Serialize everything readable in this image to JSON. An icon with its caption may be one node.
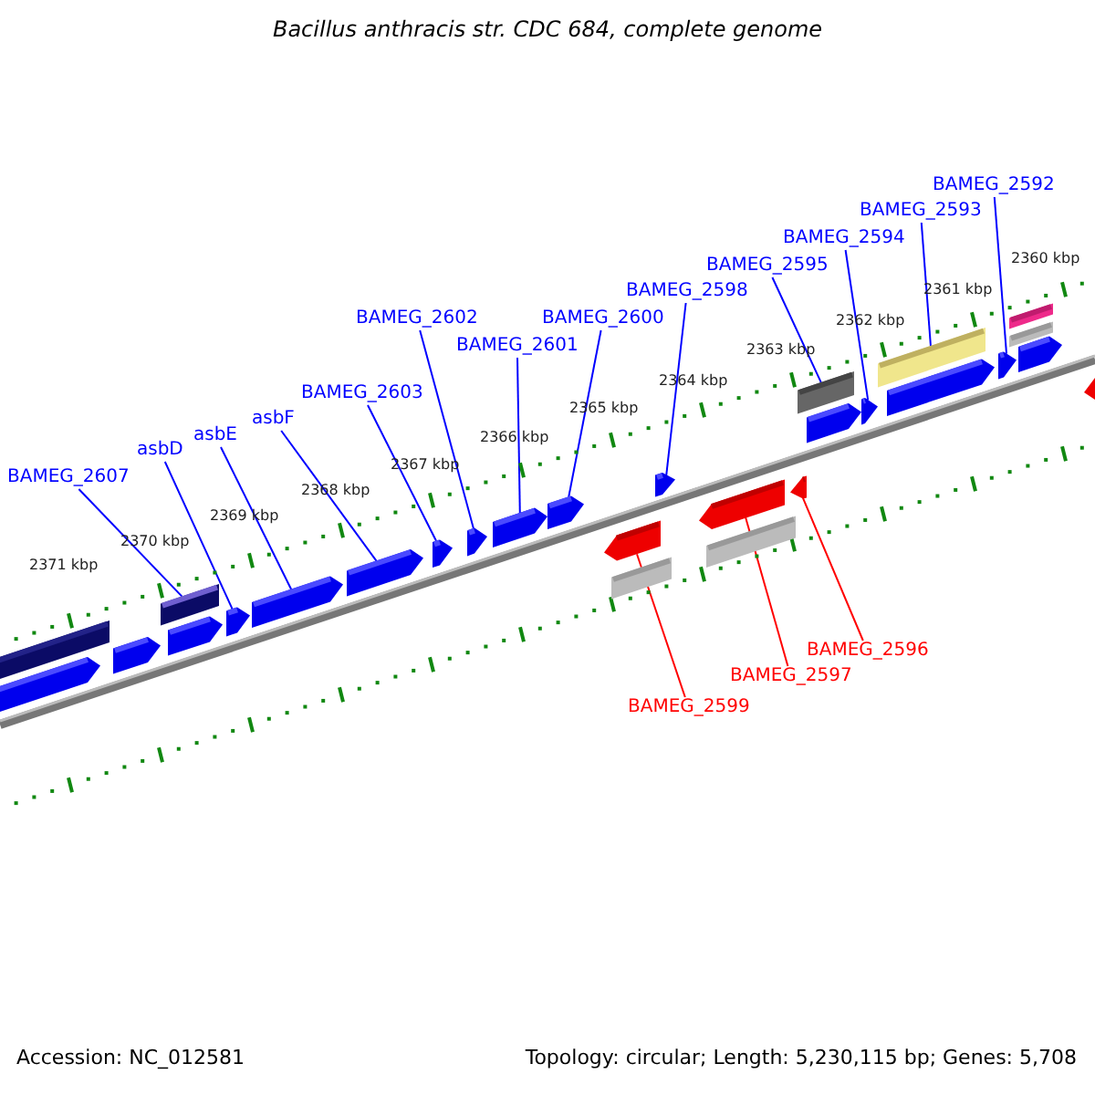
{
  "diagram": {
    "title": "Bacillus anthracis str. CDC 684, complete genome",
    "nodes": [
      {
        "text": [
          "BAMEG_2607"
        ]
      },
      {
        "text": [
          "asbD"
        ]
      },
      {
        "text": [
          "asbE"
        ]
      },
      {
        "text": [
          "asbF"
        ]
      },
      {
        "text": [
          "BAMEG_2603"
        ]
      },
      {
        "text": [
          "BAMEG_2602"
        ]
      },
      {
        "text": [
          "BAMEG_2601"
        ]
      },
      {
        "text": [
          "BAMEG_2600"
        ]
      },
      {
        "text": [
          "BAMEG_2598"
        ]
      },
      {
        "text": [
          "BAMEG_2595"
        ]
      },
      {
        "text": [
          "BAMEG_2594"
        ]
      },
      {
        "text": [
          "BAMEG_2593"
        ]
      },
      {
        "text": [
          "BAMEG_2592"
        ]
      },
      {
        "text": [
          "BAMEG_2599"
        ]
      },
      {
        "text": [
          "BAMEG_2597"
        ]
      },
      {
        "text": [
          "BAMEG_2596"
        ]
      },
      {
        "text": [],
        "shape": "bar"
      },
      {
        "text": [],
        "shape": "pentagon"
      },
      {
        "text": [],
        "shape": "pentagon"
      },
      {
        "text": [],
        "shape": "bar"
      },
      {
        "text": [],
        "shape": "pentagon"
      },
      {
        "text": [],
        "shape": "pentagon"
      },
      {
        "text": [],
        "shape": "pentagon"
      },
      {
        "text": [],
        "shape": "pentagon"
      },
      {
        "text": [],
        "shape": "pentagon"
      },
      {
        "text": [],
        "shape": "pentagon"
      },
      {
        "text": [],
        "shape": "pentagon"
      },
      {
        "text": [],
        "shape": "pentagon"
      },
      {
        "text": [],
        "shape": "pentagon"
      },
      {
        "text": [],
        "shape": "bar"
      },
      {
        "text": [],
        "shape": "pentagon"
      },
      {
        "text": [],
        "shape": "pentagon"
      },
      {
        "text": [],
        "shape": "bar"
      },
      {
        "text": [],
        "shape": "pentagon"
      },
      {
        "text": [],
        "shape": "bar"
      },
      {
        "text": [],
        "shape": "pentagon"
      },
      {
        "text": [],
        "shape": "pentagon"
      },
      {
        "text": [],
        "shape": "bar"
      },
      {
        "text": [],
        "shape": "pentagon"
      },
      {
        "text": [],
        "shape": "pentagon"
      },
      {
        "text": [],
        "shape": "bar"
      },
      {
        "text": [],
        "shape": "bar"
      },
      {
        "text": [],
        "shape": "pentagon"
      },
      {
        "text": [],
        "shape": "pentagon"
      }
    ],
    "edges": [
      {
        "from": 0,
        "to": 19,
        "arrow": "none"
      },
      {
        "from": 1,
        "to": 21,
        "arrow": "none"
      },
      {
        "from": 2,
        "to": 22,
        "arrow": "none"
      },
      {
        "from": 3,
        "to": 23,
        "arrow": "none"
      },
      {
        "from": 4,
        "to": 24,
        "arrow": "none"
      },
      {
        "from": 5,
        "to": 25,
        "arrow": "none"
      },
      {
        "from": 6,
        "to": 26,
        "arrow": "none"
      },
      {
        "from": 7,
        "to": 27,
        "arrow": "none"
      },
      {
        "from": 8,
        "to": 30,
        "arrow": "none"
      },
      {
        "from": 9,
        "to": 34,
        "arrow": "none"
      },
      {
        "from": 10,
        "to": 36,
        "arrow": "none"
      },
      {
        "from": 11,
        "to": 37,
        "arrow": "none"
      },
      {
        "from": 12,
        "to": 39,
        "arrow": "none"
      },
      {
        "from": 13,
        "to": 28,
        "arrow": "none",
        "color": "#ff0000"
      },
      {
        "from": 14,
        "to": 31,
        "arrow": "none",
        "color": "#ff0000"
      },
      {
        "from": 15,
        "to": 33,
        "arrow": "none",
        "color": "#ff0000"
      }
    ],
    "labels": [
      "2360 kbp",
      "2361 kbp",
      "2362 kbp",
      "2363 kbp",
      "2364 kbp",
      "2365 kbp",
      "2366 kbp",
      "2367 kbp",
      "2368 kbp",
      "2369 kbp",
      "2370 kbp",
      "2371 kbp",
      "Accession: NC_012581",
      "Topology: circular; Length: 5,230,115 bp; Genes: 5,708"
    ]
  }
}
